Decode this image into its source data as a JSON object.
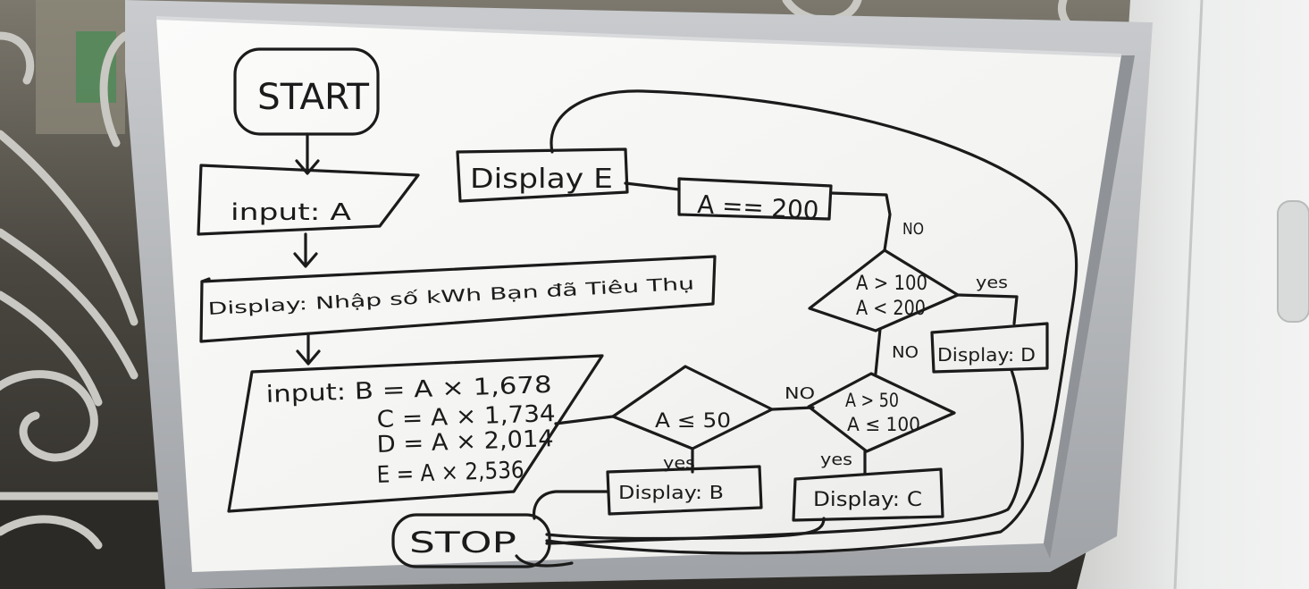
{
  "flowchart": {
    "start": "START",
    "input_a": "input: A",
    "display_prompt": "Display: Nhập số kWh Bạn đã Tiêu Thụ",
    "formulas": {
      "line1": "input: B = A × 1,678",
      "line2": "C = A × 1,734",
      "line3": "D = A × 2,014",
      "line4": "E = A × 2,536"
    },
    "display_e": "Display E",
    "cond_200": "A == 200",
    "cond_100_200": {
      "line1": "A > 100",
      "line2": "A < 200"
    },
    "cond_50_100": {
      "line1": "A > 50",
      "line2": "A ≤ 100"
    },
    "cond_50": "A ≤ 50",
    "display_b": "Display: B",
    "display_c": "Display: C",
    "display_d": "Display: D",
    "stop": "STOP",
    "labels": {
      "no_1": "NO",
      "no_2": "NO",
      "no_3": "NO",
      "yes_1": "yes",
      "yes_2": "yes",
      "yes_3": "yes"
    }
  },
  "colors": {
    "ink": "#1b1b1b",
    "board": "#f4f4f2",
    "frame": "#b9bcbf",
    "wall": "#e6e7e6",
    "window_dark": "#3b3a35",
    "grille": "#c7c6c0"
  }
}
